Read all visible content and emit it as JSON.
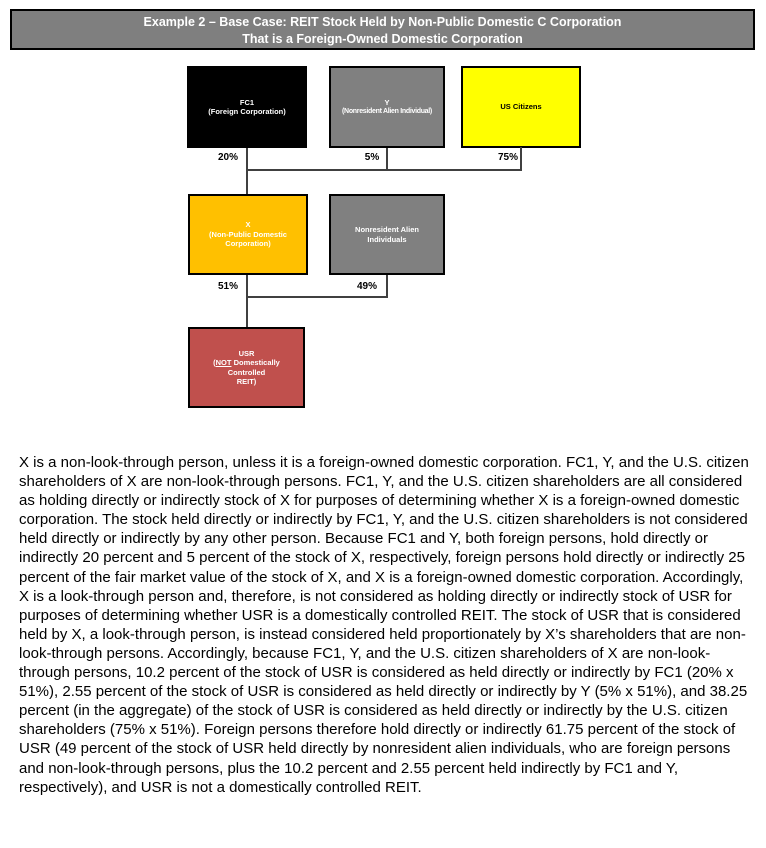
{
  "title": {
    "line1": "Example 2 – Base Case: REIT Stock Held by Non-Public Domestic C Corporation",
    "line2": "That is a Foreign-Owned Domestic Corporation"
  },
  "colors": {
    "title_bar_bg": "#7f7f7f",
    "fc1_bg": "#000000",
    "y_bg": "#808080",
    "us_citizens_bg": "#ffff00",
    "x_bg": "#ffc000",
    "nra_bg": "#808080",
    "usr_bg": "#c0504d",
    "connector": "#404040"
  },
  "diagram": {
    "fc1": {
      "name": "FC1",
      "sub": "(Foreign Corporation)",
      "ownership_in_x": "20%"
    },
    "y": {
      "name": "Y",
      "sub": "(Nonresident Alien Individual)",
      "ownership_in_x": "5%"
    },
    "us_citizens": {
      "name": "US Citizens",
      "ownership_in_x": "75%"
    },
    "x": {
      "name": "X",
      "sub": "(Non-Public Domestic Corporation)",
      "ownership_in_usr": "51%"
    },
    "nra": {
      "name": "Nonresident Alien Individuals",
      "ownership_in_usr": "49%"
    },
    "usr": {
      "name": "USR",
      "sub_open": "(",
      "sub_not": "NOT",
      "sub_rest": " Domestically Controlled",
      "sub_line3": "REIT)"
    }
  },
  "body_text": "X is a non-look-through person, unless it is a foreign-owned domestic corporation. FC1, Y, and the U.S. citizen shareholders of X are non-look-through persons. FC1, Y, and the U.S. citizen shareholders are all considered as holding directly or indirectly stock of X for purposes of determining whether X is a foreign-owned domestic corporation. The stock held directly or indirectly by FC1, Y, and the U.S. citizen shareholders is not considered held directly or indirectly by any other person. Because FC1 and Y, both foreign persons, hold directly or indirectly 20 percent and 5 percent of the stock of X, respectively, foreign persons hold directly or indirectly 25 percent of the fair market value of the stock of X, and X is a foreign-owned domestic corporation. Accordingly, X is a look-through person and, therefore, is not considered as holding directly or indirectly stock of USR for purposes of determining whether USR is a domestically controlled REIT. The stock of USR that is considered held by X, a look-through person, is instead considered held proportionately by X’s shareholders that are non-look-through persons. Accordingly, because FC1, Y, and the U.S. citizen shareholders of X are non-look-through persons, 10.2 percent of the stock of USR is considered as held directly or indirectly by FC1 (20% x 51%), 2.55 percent of the stock of USR is considered as held directly or indirectly by Y (5% x 51%), and 38.25 percent (in the aggregate) of the stock of USR is considered as held directly or indirectly by the U.S. citizen shareholders (75% x 51%). Foreign persons therefore hold directly or indirectly 61.75 percent of the stock of USR (49 percent of the stock of USR held directly by nonresident alien individuals, who are foreign persons and non-look-through persons, plus the 10.2 percent and 2.55 percent held indirectly by FC1 and Y, respectively), and USR is not a domestically controlled REIT."
}
